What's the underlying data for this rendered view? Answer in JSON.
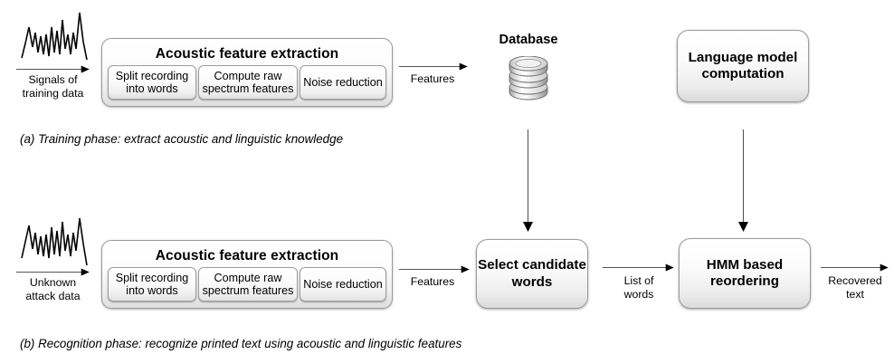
{
  "diagram": {
    "title_a_caption": "(a) Training phase: extract acoustic and linguistic knowledge",
    "title_b_caption": "(b) Recognition phase: recognize printed text using acoustic and linguistic features"
  },
  "training_phase": {
    "input": {
      "icon": "waveform-icon",
      "label": "Signals of\ntraining data"
    },
    "acoustic_box": {
      "title": "Acoustic feature extraction",
      "steps": [
        "Split recording\ninto words",
        "Compute raw\nspectrum features",
        "Noise reduction"
      ]
    },
    "features_label": "Features",
    "database": {
      "title": "Database",
      "icon": "database-cylinder-icon"
    },
    "language_model": {
      "label": "Language\nmodel\ncomputation"
    }
  },
  "recognition_phase": {
    "input": {
      "icon": "waveform-icon",
      "label": "Unknown\nattack data"
    },
    "acoustic_box": {
      "title": "Acoustic feature extraction",
      "steps": [
        "Split recording\ninto words",
        "Compute raw\nspectrum features",
        "Noise reduction"
      ]
    },
    "features_label": "Features",
    "select_candidate": {
      "label": "Select\ncandidate\nwords"
    },
    "list_of_words_label": "List of\nwords",
    "hmm": {
      "label": "HMM based\nreordering"
    },
    "output_label": "Recovered\ntext"
  },
  "colors": {
    "stroke": "#000000",
    "box_border": "#9a9a9a",
    "background": "#ffffff"
  }
}
